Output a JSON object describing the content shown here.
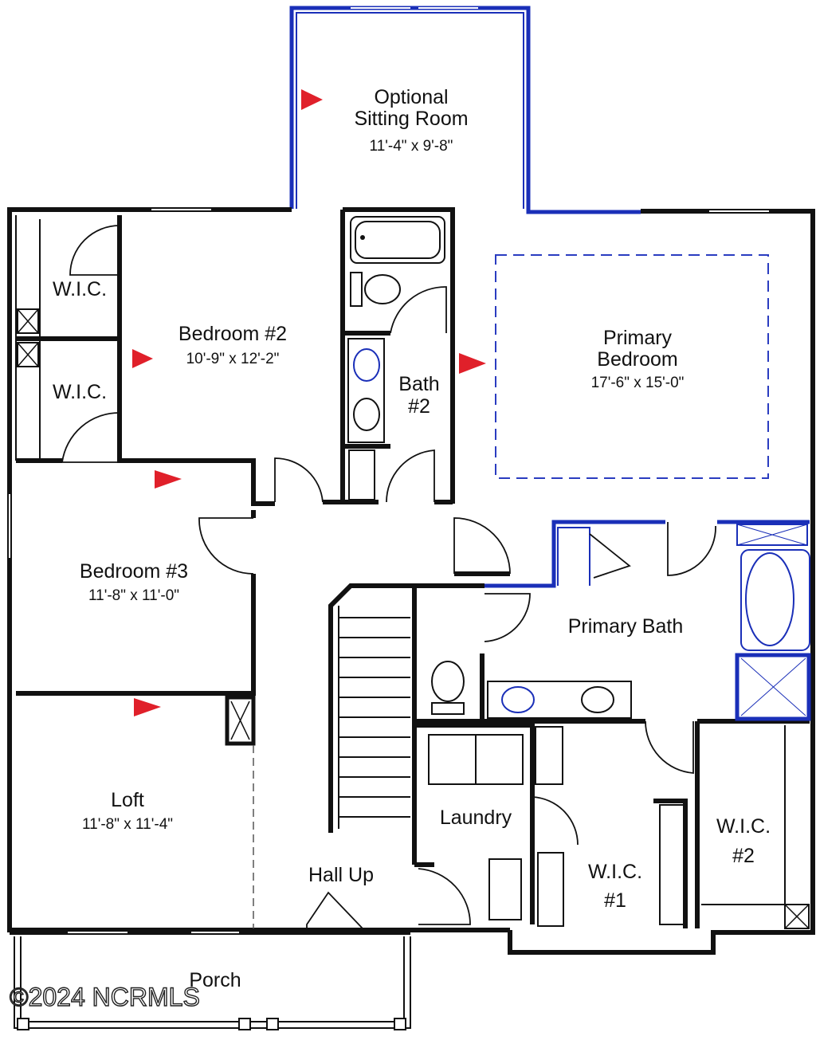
{
  "title": "Second Floor Plan",
  "rooms": {
    "sitting": {
      "name_line1": "Optional",
      "name_line2": "Sitting Room",
      "dims": "11'-4\" x 9'-8\""
    },
    "primary_bedroom": {
      "name_line1": "Primary",
      "name_line2": "Bedroom",
      "dims": "17'-6\" x 15'-0\""
    },
    "bedroom2": {
      "name": "Bedroom #2",
      "dims": "10'-9\" x 12'-2\""
    },
    "bath2": {
      "name_line1": "Bath",
      "name_line2": "#2"
    },
    "wic_top": {
      "name": "W.I.C."
    },
    "wic_mid": {
      "name": "W.I.C."
    },
    "bedroom3": {
      "name": "Bedroom #3",
      "dims": "11'-8\" x 11'-0\""
    },
    "primary_bath": {
      "name": "Primary Bath"
    },
    "loft": {
      "name": "Loft",
      "dims": "11'-8\" x 11'-4\""
    },
    "laundry": {
      "name": "Laundry"
    },
    "hall": {
      "name": "Hall Up"
    },
    "wic1": {
      "name_line1": "W.I.C.",
      "name_line2": "#1"
    },
    "wic2": {
      "name_line1": "W.I.C.",
      "name_line2": "#2"
    },
    "porch": {
      "name": "Porch"
    }
  },
  "watermark": "©2024 NCRMLS",
  "colors": {
    "wall": "#111111",
    "optional": "#1a2fb8",
    "marker": "#e0202a"
  }
}
